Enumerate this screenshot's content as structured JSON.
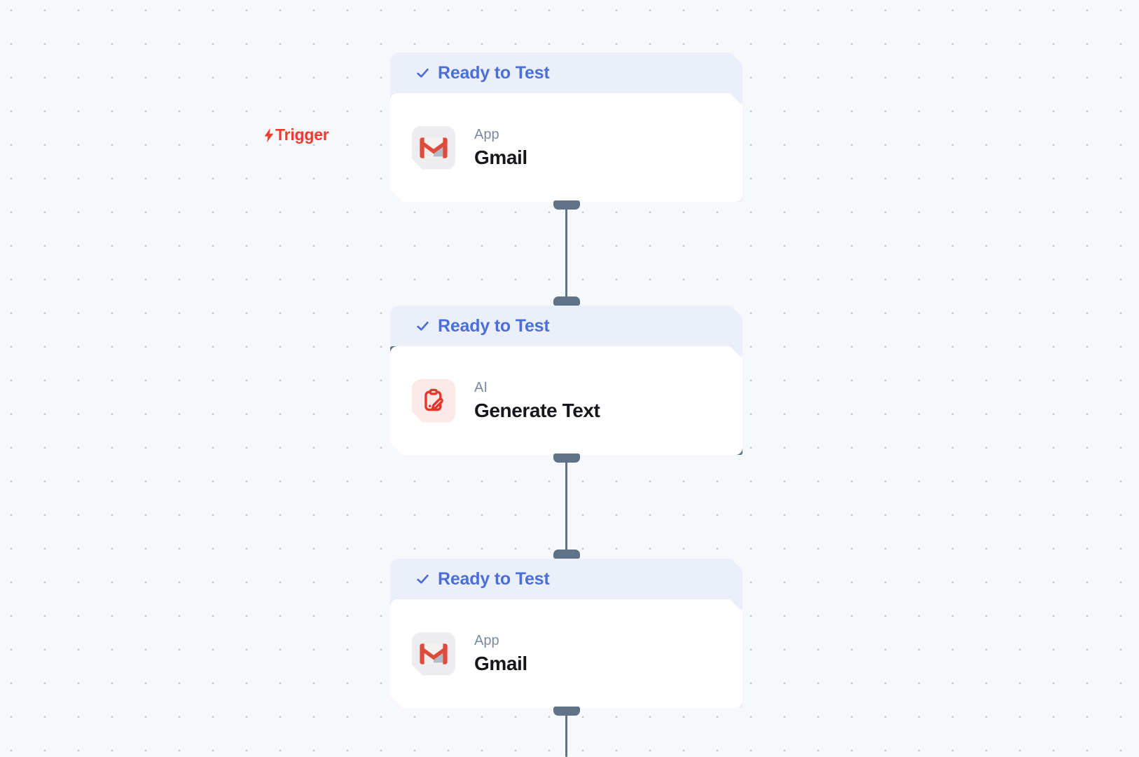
{
  "canvas": {
    "background_color": "#f7f8fb",
    "dot_color": "#c4c8d0"
  },
  "trigger": {
    "label": "Trigger",
    "icon": "lightning-bolt-icon"
  },
  "nodes": [
    {
      "status_label": "Ready to Test",
      "status_icon": "check-icon",
      "kind": "App",
      "title": "Gmail",
      "icon": "gmail-icon",
      "selected": false
    },
    {
      "status_label": "Ready to Test",
      "status_icon": "check-icon",
      "kind": "AI",
      "title": "Generate Text",
      "icon": "generate-text-icon",
      "selected": true
    },
    {
      "status_label": "Ready to Test",
      "status_icon": "check-icon",
      "kind": "App",
      "title": "Gmail",
      "icon": "gmail-icon",
      "selected": false
    }
  ],
  "colors": {
    "status_text": "#4a6fd8",
    "status_badge_bg": "#eaeffa",
    "selected_border": "#5b7186",
    "connector": "#5f7287",
    "trigger_red": "#ef3a2d",
    "card_bg": "#ffffff",
    "kind_label": "#7b8aa0",
    "title_text": "#15171a",
    "gmail_red": "#dc4b3c",
    "ai_icon_red": "#e8352b",
    "gmail_tile_bg": "#ededf0",
    "ai_tile_bg": "#fde9e8",
    "canvas_bg": "#f7f8fb",
    "dot": "#c4c8d0"
  }
}
